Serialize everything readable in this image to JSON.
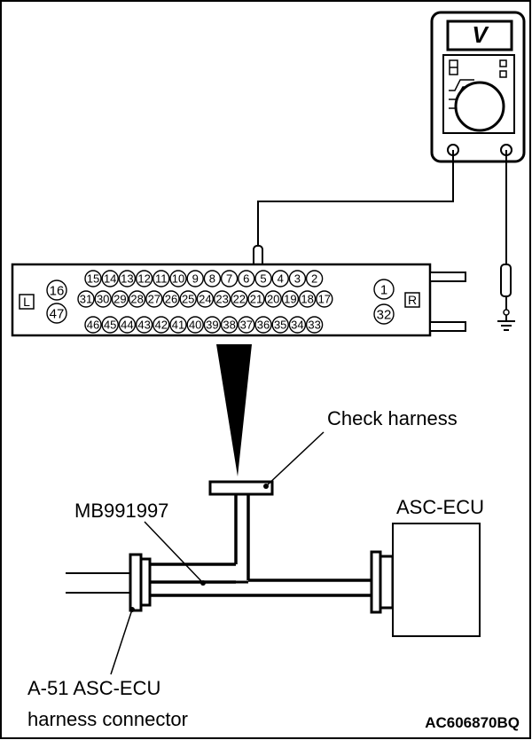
{
  "meter": {
    "unit": "V"
  },
  "connector": {
    "side_left": "L",
    "side_right": "R",
    "top_row": [
      "15",
      "14",
      "13",
      "12",
      "11",
      "10",
      "9",
      "8",
      "7",
      "6",
      "5",
      "4",
      "3",
      "2"
    ],
    "middle_row": [
      "31",
      "30",
      "29",
      "28",
      "27",
      "26",
      "25",
      "24",
      "23",
      "22",
      "21",
      "20",
      "19",
      "18",
      "17"
    ],
    "bottom_row": [
      "46",
      "45",
      "44",
      "43",
      "42",
      "41",
      "40",
      "39",
      "38",
      "37",
      "36",
      "35",
      "34",
      "33"
    ],
    "left_pins": [
      "16",
      "47"
    ],
    "right_pins": [
      "1",
      "32"
    ]
  },
  "labels": {
    "check_harness": "Check harness",
    "adapter": "MB991997",
    "ecu": "ASC-ECU",
    "connector_line1": "A-51 ASC-ECU",
    "connector_line2": "harness connector",
    "figure_code": "AC606870BQ"
  }
}
